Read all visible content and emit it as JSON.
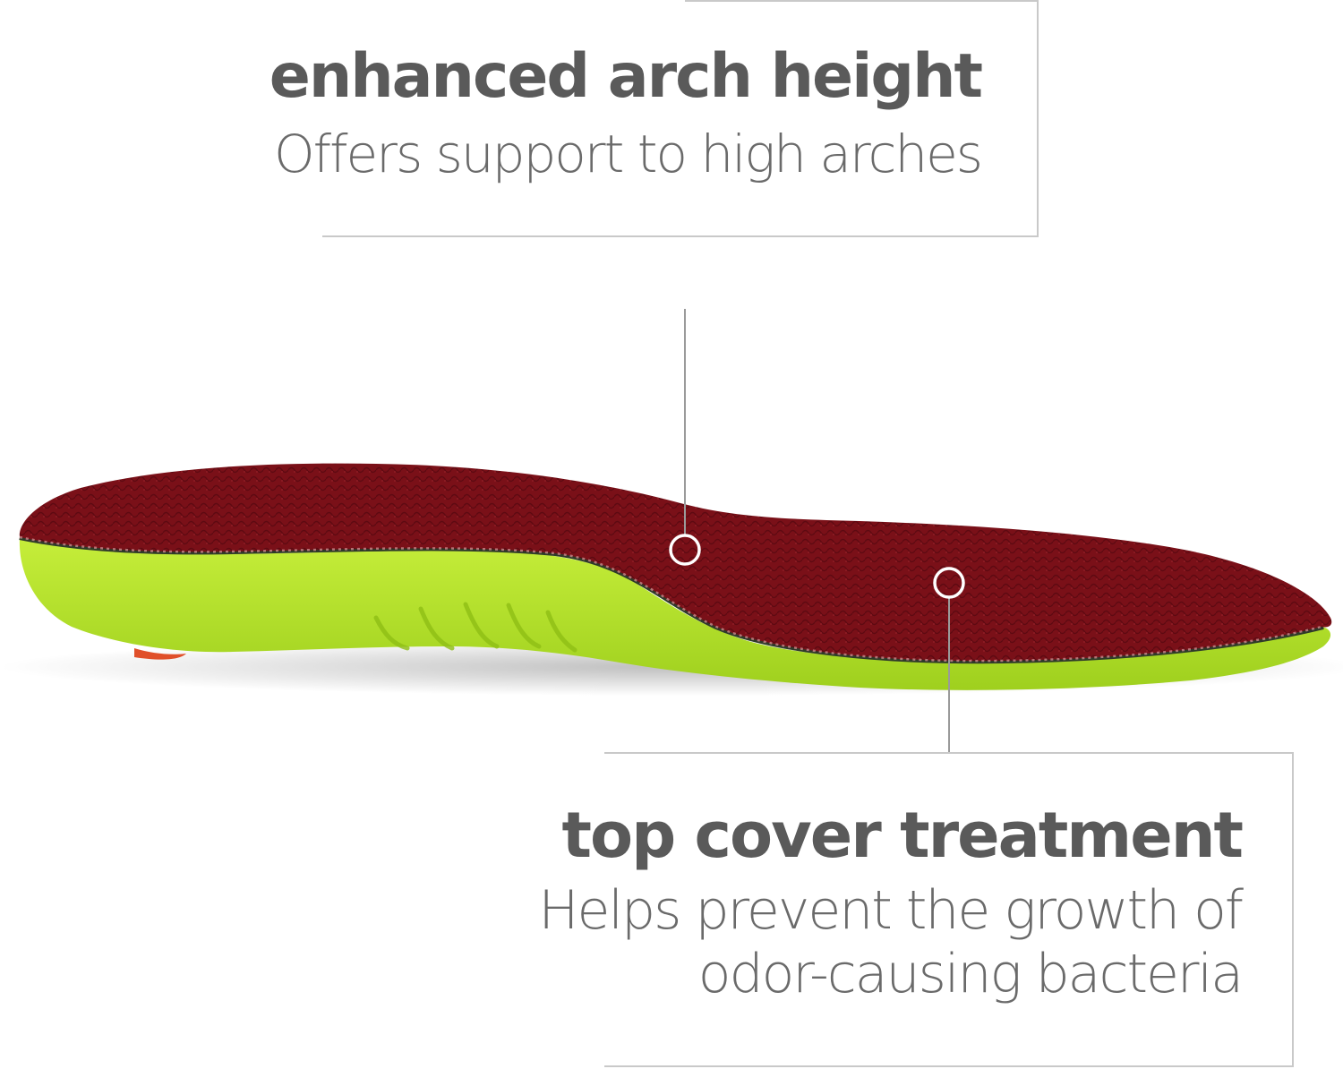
{
  "callouts": [
    {
      "title": "enhanced arch height",
      "description": [
        "Offers support to high arches"
      ]
    },
    {
      "title": "top cover treatment",
      "description": [
        "Helps prevent the growth of",
        "odor-causing bacteria"
      ]
    }
  ],
  "colors": {
    "text_heading": "#5a5a5a",
    "text_body": "#6a6a6a",
    "insole_top": "#7a1018",
    "insole_foam": "#b6e32a",
    "rule": "#c9c9c9"
  }
}
